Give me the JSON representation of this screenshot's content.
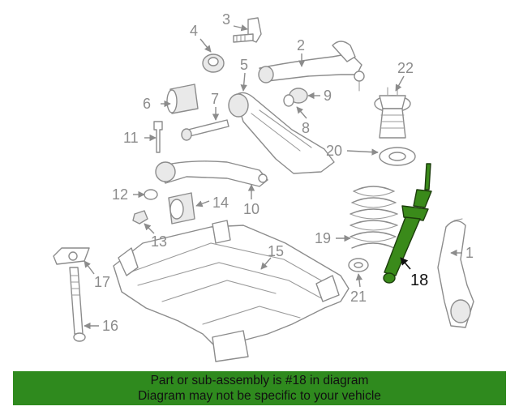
{
  "diagram": {
    "callouts": [
      "1",
      "2",
      "3",
      "4",
      "5",
      "6",
      "7",
      "8",
      "9",
      "10",
      "11",
      "12",
      "13",
      "14",
      "15",
      "16",
      "17",
      "18",
      "19",
      "20",
      "21",
      "22"
    ],
    "highlighted_part": "18",
    "colors": {
      "highlight": "#3a8a1a",
      "line": "#8c8c8c",
      "banner": "#2f8a1e"
    }
  },
  "banner": {
    "line1": "Part or sub-assembly is #18 in diagram",
    "line2": "Diagram may not be specific to your vehicle"
  }
}
